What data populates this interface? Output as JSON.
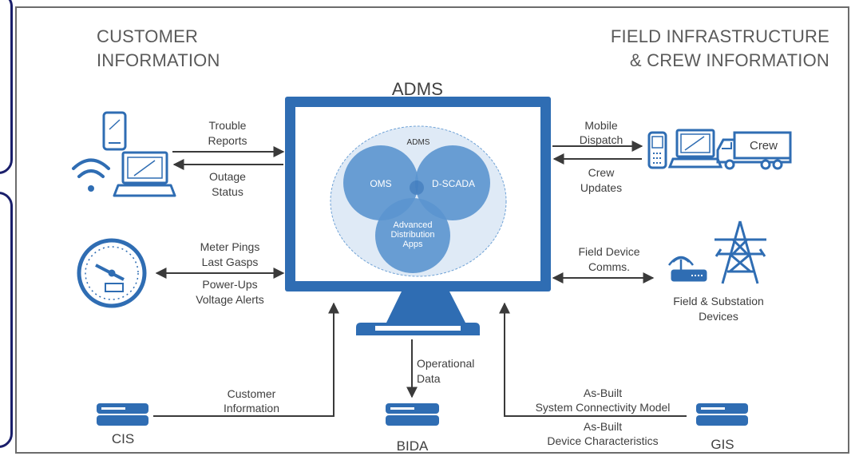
{
  "headings": {
    "customer": [
      "CUSTOMER",
      "INFORMATION"
    ],
    "field": [
      "FIELD INFRASTRUCTURE",
      "& CREW INFORMATION"
    ],
    "adms": "ADMS"
  },
  "monitor": {
    "circle_title": "ADMS",
    "oms": "OMS",
    "dscada": "D-SCADA",
    "apps": [
      "Advanced",
      "Distribution",
      "Apps"
    ]
  },
  "flows": {
    "trouble": [
      "Trouble",
      "Reports"
    ],
    "outage": [
      "Outage",
      "Status"
    ],
    "meter": [
      "Meter Pings",
      "Last Gasps"
    ],
    "power": [
      "Power-Ups",
      "Voltage Alerts"
    ],
    "mobile": [
      "Mobile",
      "Dispatch"
    ],
    "crew_updates": [
      "Crew",
      "Updates"
    ],
    "field_comms": [
      "Field Device",
      "Comms."
    ],
    "customer_info": [
      "Customer",
      "Information"
    ],
    "operational": [
      "Operational",
      "Data"
    ],
    "asbuilt_model": [
      "As-Built",
      "System Connectivity Model"
    ],
    "asbuilt_device": [
      "As-Built",
      "Device Characteristics"
    ]
  },
  "entities": {
    "crew": "Crew",
    "field_devices": [
      "Field & Substation",
      "Devices"
    ],
    "cis": "CIS",
    "bida": "BIDA",
    "gis": "GIS"
  },
  "colors": {
    "blue": "#2f6db3",
    "light_blue": "#5b95cf",
    "circle_fill": "#6fa2d6",
    "panel": "#dfeaf6",
    "arrow": "#3a3a3a",
    "bracket": "#1a1f6b"
  }
}
